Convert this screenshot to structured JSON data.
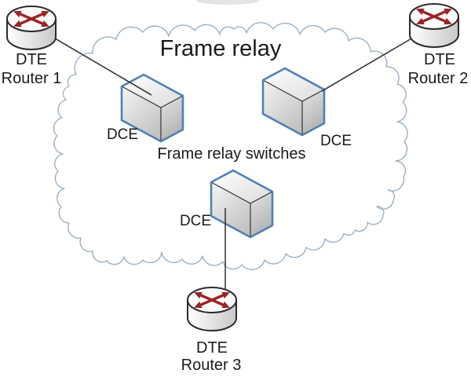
{
  "title": "Frame relay",
  "subtitle": "Frame relay switches",
  "switches": [
    {
      "label": "DCE"
    },
    {
      "label": "DCE"
    },
    {
      "label": "DCE"
    }
  ],
  "routers": [
    {
      "type": "DTE",
      "name": "Router 1"
    },
    {
      "type": "DTE",
      "name": "Router 2"
    },
    {
      "type": "DTE",
      "name": "Router 3"
    }
  ],
  "colors": {
    "cloud_outline": "#9cb0c3",
    "link": "#3a3a3a",
    "switch_border": "#4f81b5",
    "arrow": "#9b2327"
  }
}
